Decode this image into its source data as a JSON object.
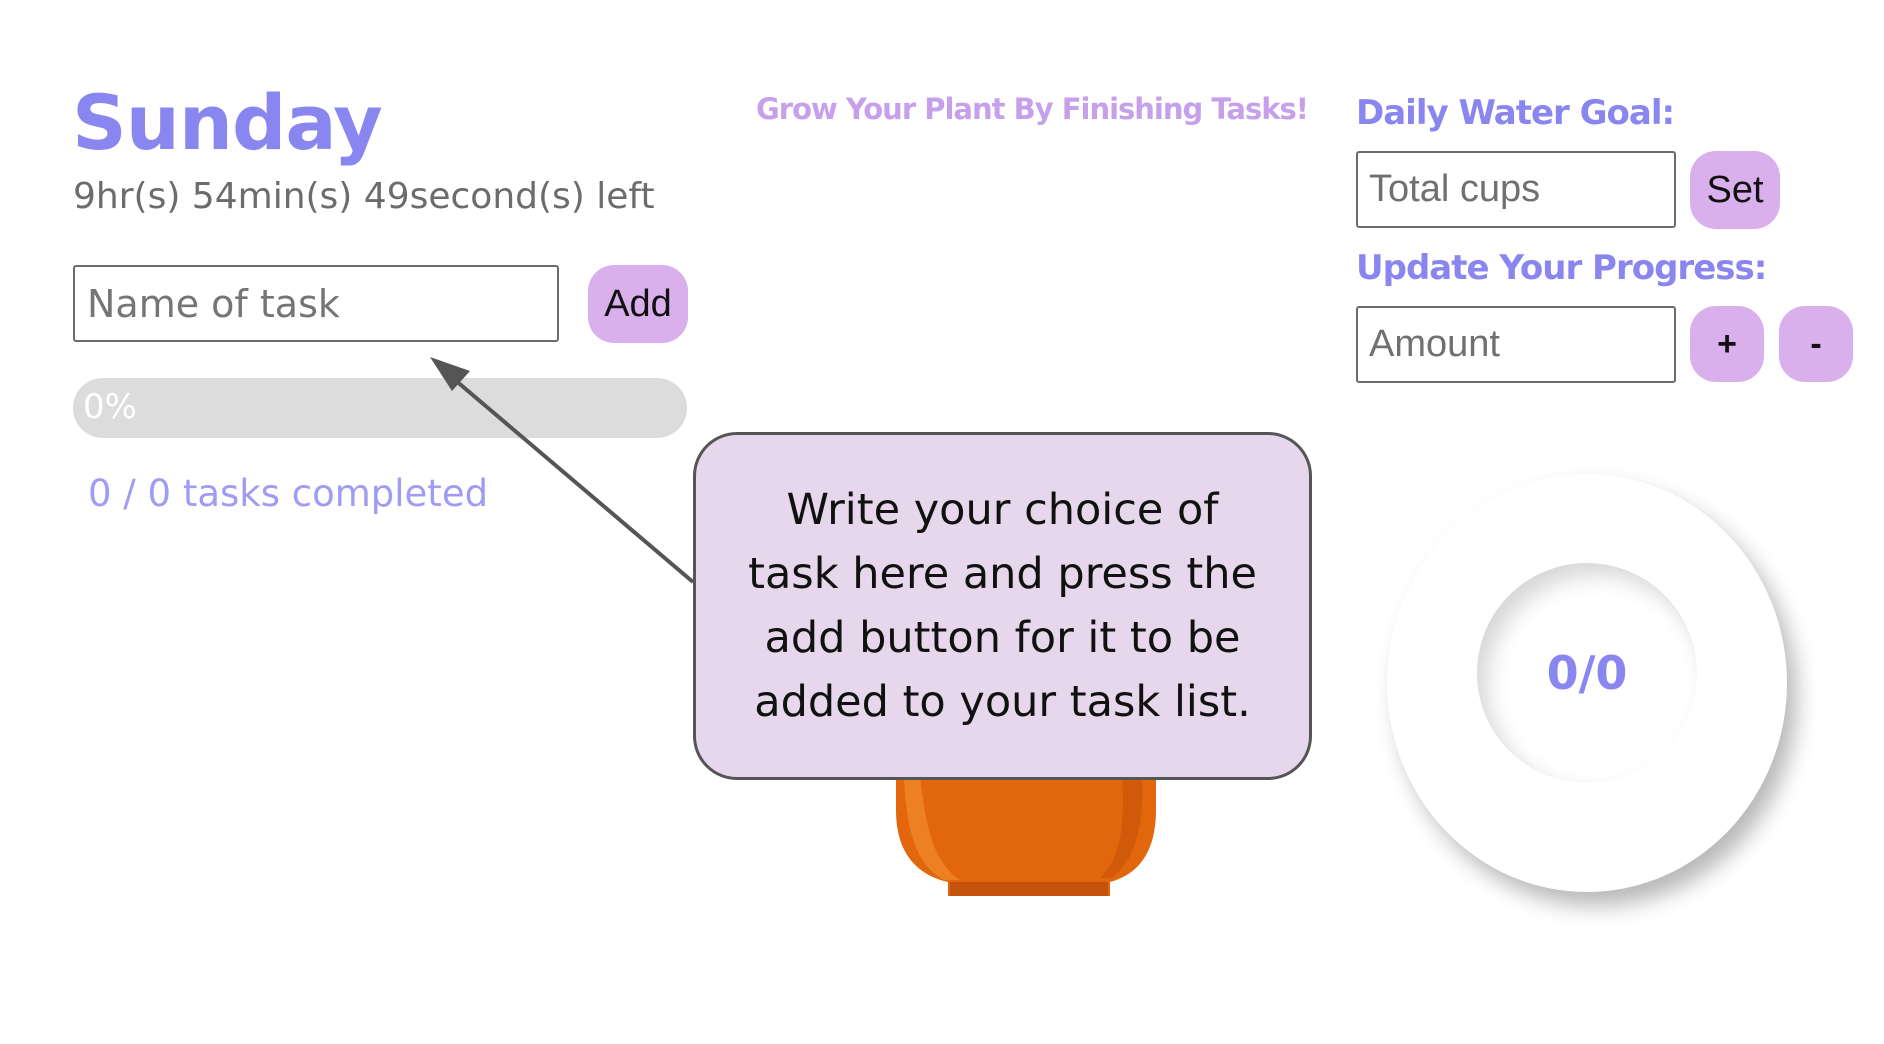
{
  "task_panel": {
    "day": "Sunday",
    "countdown": "9hr(s) 54min(s) 49second(s) left",
    "task_input_placeholder": "Name of task",
    "add_label": "Add",
    "progress_percent": 0,
    "progress_text": "0%",
    "tasks_completed_text": "0 / 0 tasks completed"
  },
  "headline": "Grow Your Plant By Finishing Tasks!",
  "water_panel": {
    "goal_label": "Daily Water Goal:",
    "total_placeholder": "Total cups",
    "set_label": "Set",
    "update_label": "Update Your Progress:",
    "amount_placeholder": "Amount",
    "plus_label": "+",
    "minus_label": "-",
    "count_text": "0/0"
  },
  "callout": {
    "text": "Write your choice of task here and press the add button for it to be added to your task list."
  },
  "colors": {
    "accent": "#8a86ef",
    "button": "#dab0ec",
    "headline": "#c7a0ec",
    "callout_bg": "#e6d7ed",
    "pot": "#e2660c"
  },
  "icons": {
    "plant_pot": "plant-pot-icon",
    "pointer_arrow": "arrow-icon"
  }
}
